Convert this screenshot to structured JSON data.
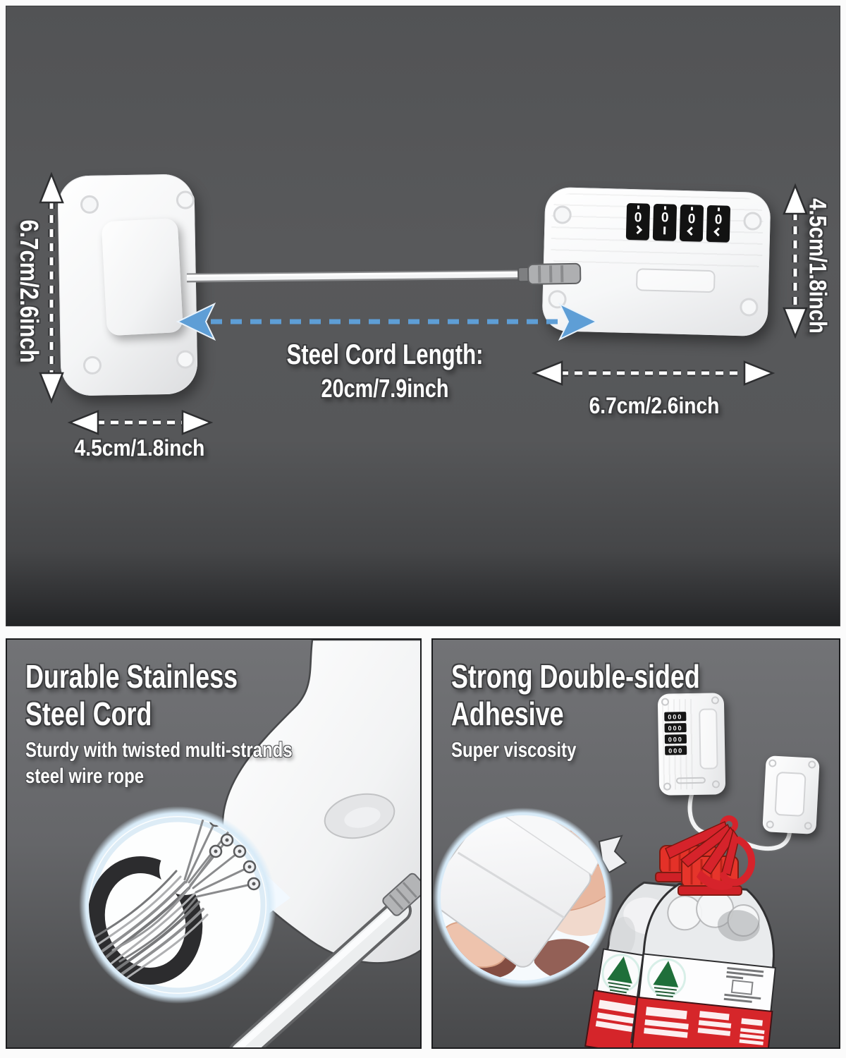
{
  "colors": {
    "top_background": "#58595b",
    "panel_background": "#6a6b6e",
    "arrow_blue": "#5e9ed6",
    "text_white": "#ffffff",
    "label_red": "#d6262a",
    "cap_red": "#e43128",
    "tree_green": "#1f6f3a"
  },
  "top_diagram": {
    "pad": {
      "height_label": "6.7cm/2.6inch",
      "width_label": "4.5cm/1.8inch"
    },
    "lock": {
      "height_label": "4.5cm/1.8inch",
      "width_label": "6.7cm/2.6inch",
      "dials": [
        "0",
        "0",
        "0",
        "0"
      ]
    },
    "cord": {
      "title": "Steel Cord Length:",
      "value": "20cm/7.9inch"
    }
  },
  "panels": {
    "left": {
      "title_line1": "Durable Stainless",
      "title_line2": "Steel Cord",
      "desc_line1": "Sturdy with twisted multi-strands",
      "desc_line2": "steel wire rope"
    },
    "right": {
      "title_line1": "Strong Double-sided",
      "title_line2": "Adhesive",
      "desc_line1": "Super viscosity",
      "wall_lock_dials": [
        "000",
        "000",
        "000",
        "000"
      ]
    }
  }
}
